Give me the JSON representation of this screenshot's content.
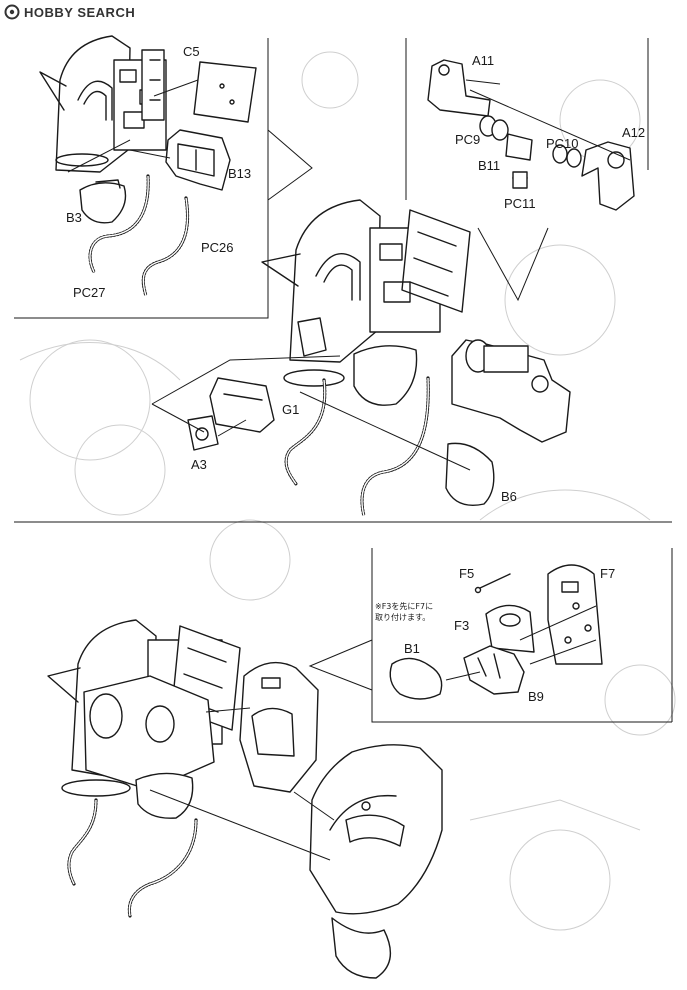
{
  "watermark": {
    "brand": "HOBBY SEARCH"
  },
  "labels": {
    "C5": "C5",
    "B13": "B13",
    "B3": "B3",
    "PC26": "PC26",
    "PC27": "PC27",
    "A11": "A11",
    "A12": "A12",
    "PC9": "PC9",
    "PC10": "PC10",
    "B11": "B11",
    "PC11": "PC11",
    "G1": "G1",
    "A3": "A3",
    "B6": "B6",
    "F5": "F5",
    "F7": "F7",
    "F3": "F3",
    "B1": "B1",
    "B9": "B9"
  },
  "notes": {
    "f3_line1": "※F3を先にF7に",
    "f3_line2": "取り付けます。"
  }
}
